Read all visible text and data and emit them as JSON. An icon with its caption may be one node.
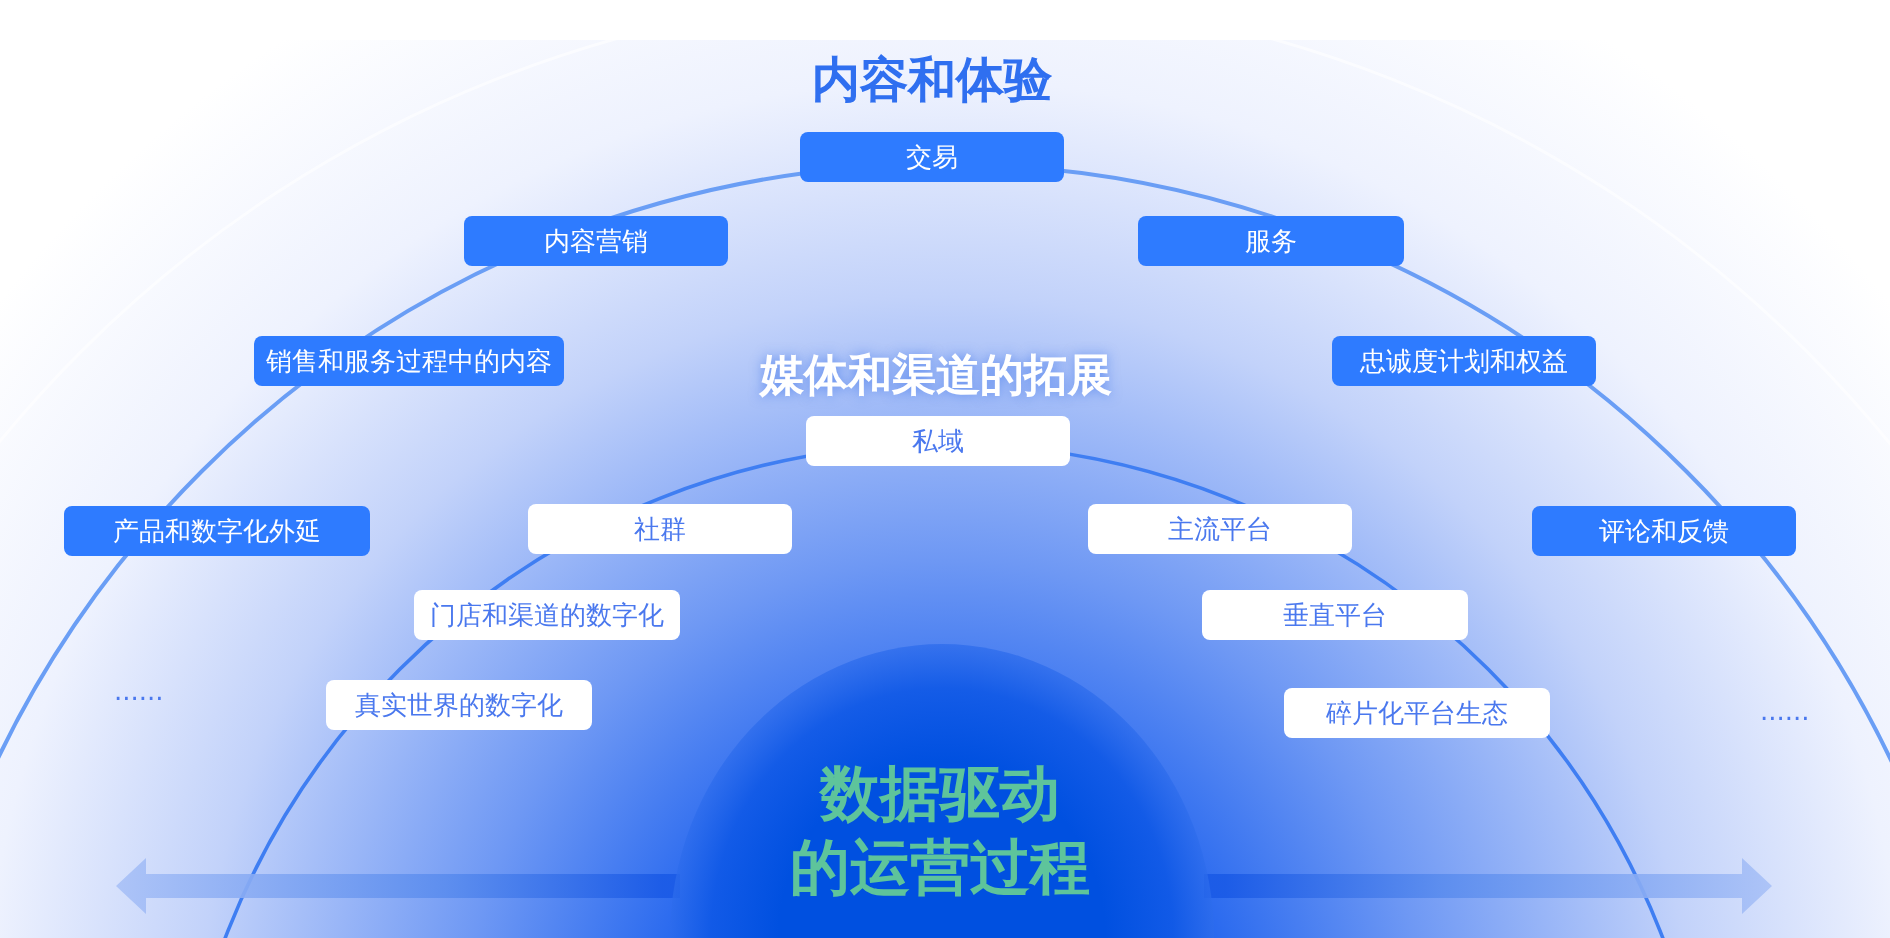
{
  "diagram": {
    "nodes": [
      {
        "text": [
          "内容和体验"
        ]
      },
      {
        "text": [
          "交易"
        ],
        "in": 0
      },
      {
        "text": [
          "内容营销"
        ],
        "in": 0
      },
      {
        "text": [
          "服务"
        ],
        "in": 0
      },
      {
        "text": [
          "销售和服务过程中的内容"
        ],
        "in": 0
      },
      {
        "text": [
          "忠诚度计划和权益"
        ],
        "in": 0
      },
      {
        "text": [
          "媒体和渠道的拓展"
        ],
        "in": 0
      },
      {
        "text": [
          "私域"
        ],
        "in": 6
      },
      {
        "text": [
          "产品和数字化外延"
        ],
        "in": 0
      },
      {
        "text": [
          "社群"
        ],
        "in": 6
      },
      {
        "text": [
          "主流平台"
        ],
        "in": 6
      },
      {
        "text": [
          "评论和反馈"
        ],
        "in": 0
      },
      {
        "text": [
          "门店和渠道的数字化"
        ],
        "in": 6
      },
      {
        "text": [
          "垂直平台"
        ],
        "in": 6
      },
      {
        "text": [
          "真实世界的数字化"
        ],
        "in": 6
      },
      {
        "text": [
          "碎片化平台生态"
        ],
        "in": 6
      },
      {
        "text": [
          "数据驱动的运营过程"
        ],
        "in": 6
      }
    ],
    "labels": [
      "......",
      "......"
    ]
  }
}
